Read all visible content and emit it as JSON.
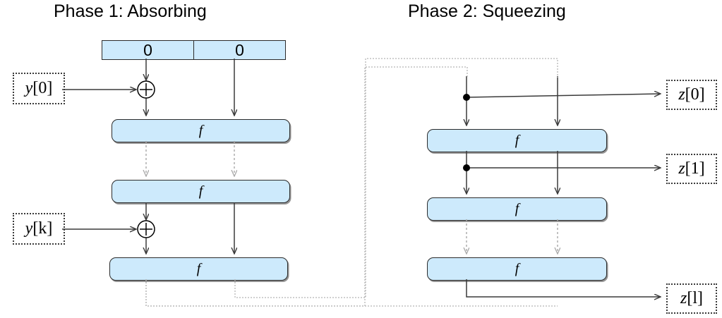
{
  "diagram": {
    "kind": "sponge-construction",
    "phase1": {
      "title": "Phase 1: Absorbing",
      "state_initial": {
        "rate_value": "0",
        "capacity_value": "0"
      },
      "permutation_label": "f",
      "permutation_count": 3,
      "inputs": [
        {
          "name": "message-block-first",
          "label": "y[0]",
          "var": "y",
          "index": "[0]"
        },
        {
          "name": "message-block-last",
          "label": "y[k]",
          "var": "y",
          "index": "[k]"
        }
      ],
      "xor_symbol": "⊕",
      "ellipsis_note": "dashed-arrows-indicate-repetition"
    },
    "phase2": {
      "title": "Phase 2: Squeezing",
      "permutation_label": "f",
      "permutation_count": 3,
      "outputs": [
        {
          "name": "output-block-first",
          "label": "z[0]",
          "var": "z",
          "index": "[0]"
        },
        {
          "name": "output-block-second",
          "label": "z[1]",
          "var": "z",
          "index": "[1]"
        },
        {
          "name": "output-block-last",
          "label": "z[l]",
          "var": "z",
          "index": "[l]"
        }
      ],
      "ellipsis_note": "dashed-arrows-indicate-repetition"
    },
    "colors": {
      "block_fill": "#cdeafc",
      "block_stroke": "#2b2b2b",
      "solid_line": "#3a3a3a",
      "dashed_line": "#a8a8a8",
      "label_border": "#3a3a3a",
      "background": "#ffffff"
    }
  }
}
